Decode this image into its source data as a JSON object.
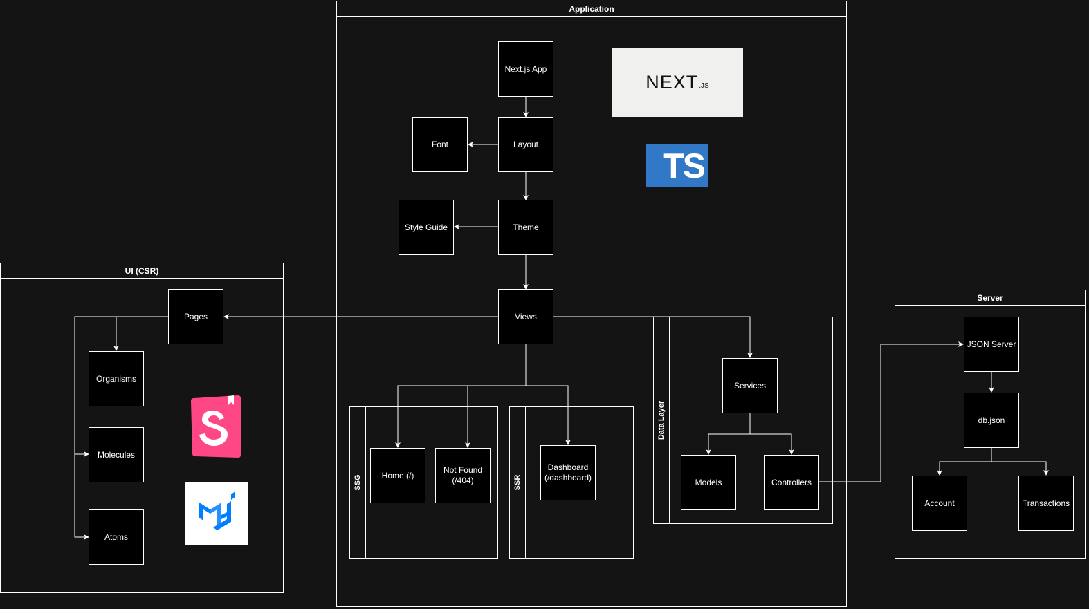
{
  "containers": {
    "application": "Application",
    "ui": "UI (CSR)",
    "server": "Server"
  },
  "lanes": {
    "data_layer": "Data Layer",
    "ssg": "SSG",
    "ssr": "SSR"
  },
  "nodes": {
    "nextjs_app": "Next.js App",
    "layout": "Layout",
    "font": "Font",
    "theme": "Theme",
    "style_guide": "Style Guide",
    "views": "Views",
    "pages": "Pages",
    "organisms": "Organisms",
    "molecules": "Molecules",
    "atoms": "Atoms",
    "home": "Home (/)",
    "not_found": "Not Found\n(/404)",
    "dashboard": "Dashboard\n(/dashboard)",
    "services": "Services",
    "models": "Models",
    "controllers": "Controllers",
    "json_server": "JSON Server",
    "db_json": "db.json",
    "account": "Account",
    "transactions": "Transactions"
  },
  "logos": {
    "nextjs": {
      "name": "nextjs-logo",
      "text": "NEXT",
      "suffix": ".JS"
    },
    "typescript": {
      "name": "typescript-logo",
      "text": "TS",
      "color": "#3178c6"
    },
    "storybook": {
      "name": "storybook-logo",
      "color": "#ff4785"
    },
    "mui": {
      "name": "mui-logo",
      "color": "#007fff"
    }
  },
  "colors": {
    "background": "#141414",
    "node_fill": "#000000",
    "stroke": "#ffffff"
  }
}
